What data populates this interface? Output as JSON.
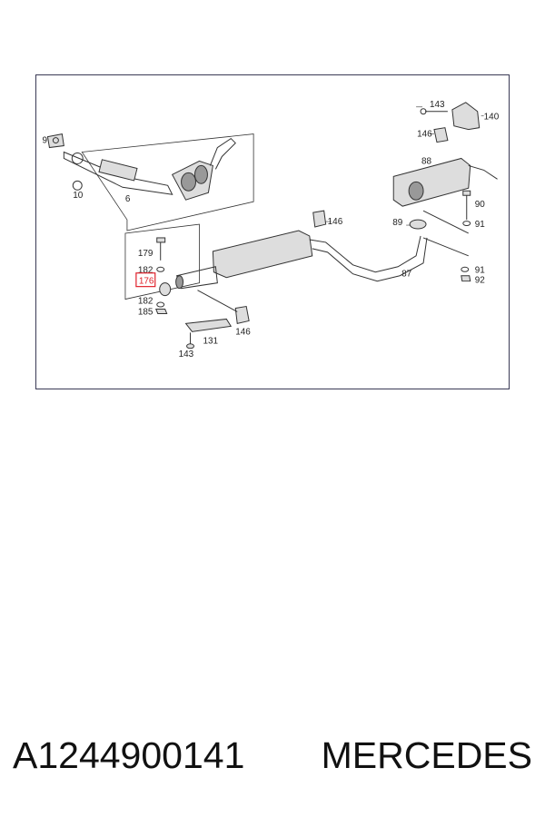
{
  "diagram": {
    "callouts": {
      "c9": "9",
      "c10": "10",
      "c6": "6",
      "c143_top": "143",
      "c140": "140",
      "c146_top": "146",
      "c88": "88",
      "c90": "90",
      "c89": "89",
      "c91_a": "91",
      "c146_mid": "146",
      "c179": "179",
      "c182_a": "182",
      "c176": "176",
      "c182_b": "182",
      "c185": "185",
      "c87": "87",
      "c91_b": "91",
      "c92": "92",
      "c146_low": "146",
      "c131": "131",
      "c143_low": "143"
    },
    "highlight_color": "#e0202a"
  },
  "caption": {
    "part_number": "A1244900141",
    "brand": "MERCEDES"
  }
}
